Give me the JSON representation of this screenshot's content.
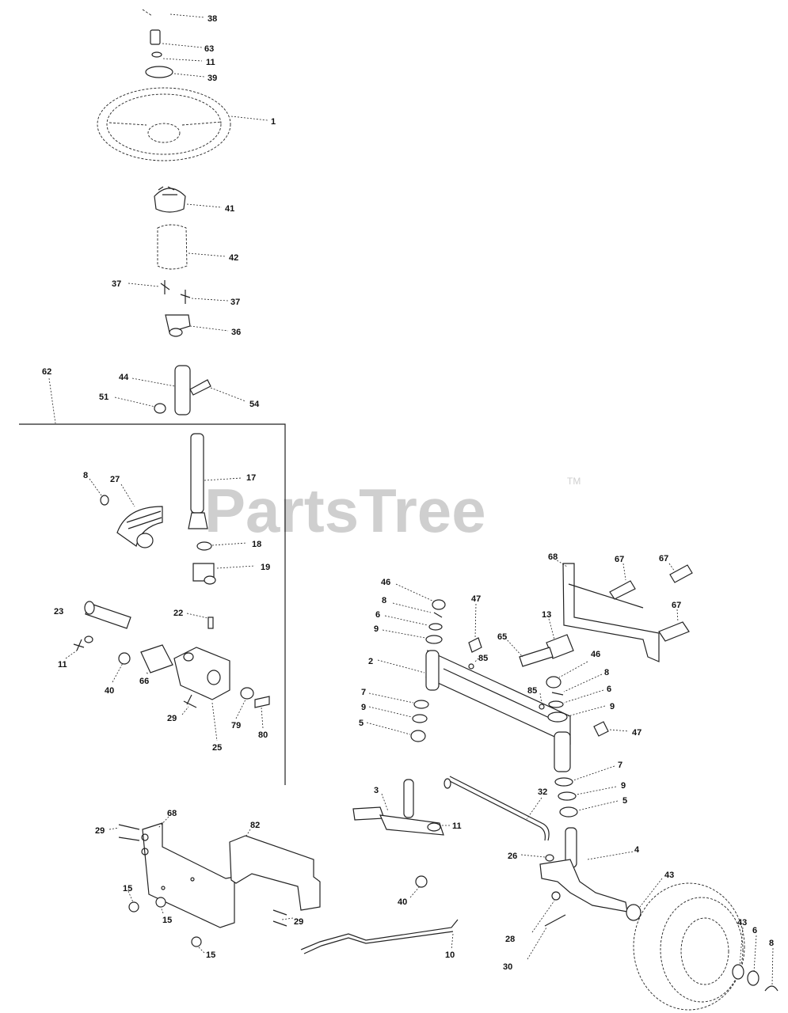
{
  "watermark": {
    "text": "PartsTree",
    "tm": "TM"
  },
  "callouts": {
    "c38": "38",
    "c63": "63",
    "c11a": "11",
    "c39": "39",
    "c1": "1",
    "c41": "41",
    "c42": "42",
    "c37a": "37",
    "c37b": "37",
    "c36": "36",
    "c62": "62",
    "c44": "44",
    "c51": "51",
    "c54": "54",
    "c8a": "8",
    "c27": "27",
    "c17": "17",
    "c18": "18",
    "c19": "19",
    "c23": "23",
    "c22": "22",
    "c11b": "11",
    "c40a": "40",
    "c66": "66",
    "c29a": "29",
    "c79": "79",
    "c80": "80",
    "c25": "25",
    "c68a": "68",
    "c67a": "67",
    "c67b": "67",
    "c67c": "67",
    "c46a": "46",
    "c47a": "47",
    "c8b": "8",
    "c6a": "6",
    "c9a": "9",
    "c13": "13",
    "c65": "65",
    "c85a": "85",
    "c2": "2",
    "c46b": "46",
    "c8c": "8",
    "c85b": "85",
    "c6b": "6",
    "c9b": "9",
    "c7a": "7",
    "c9c": "9",
    "c5a": "5",
    "c47b": "47",
    "c7b": "7",
    "c9d": "9",
    "c5b": "5",
    "c3": "3",
    "c11c": "11",
    "c32": "32",
    "c68b": "68",
    "c82": "82",
    "c29b": "29",
    "c15a": "15",
    "c15b": "15",
    "c29c": "29",
    "c15c": "15",
    "c40b": "40",
    "c10": "10",
    "c26": "26",
    "c4": "4",
    "c43a": "43",
    "c28": "28",
    "c30": "30",
    "c43b": "43",
    "c6c": "6",
    "c8d": "8"
  }
}
